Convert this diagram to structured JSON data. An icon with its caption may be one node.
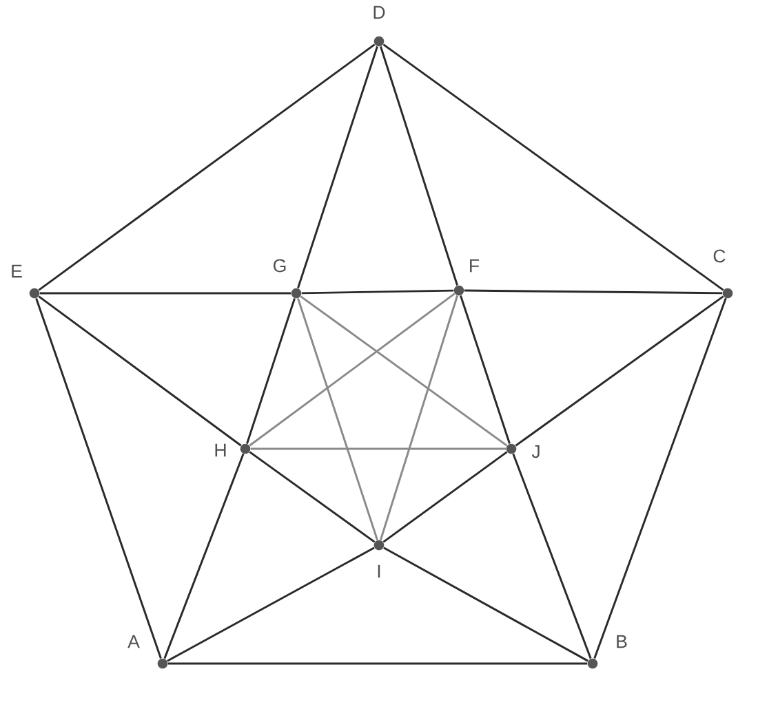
{
  "diagram": {
    "nodes": [
      {
        "text": [
          "D"
        ]
      },
      {
        "text": [
          "E"
        ]
      },
      {
        "text": [
          "G"
        ]
      },
      {
        "text": [
          "F"
        ]
      },
      {
        "text": [
          "C"
        ]
      },
      {
        "text": [
          "H"
        ]
      },
      {
        "text": [
          "J"
        ]
      },
      {
        "text": [
          "I"
        ]
      },
      {
        "text": [
          "A"
        ]
      },
      {
        "text": [
          "B"
        ]
      }
    ],
    "edges": [
      {
        "from": 0,
        "to": 4,
        "arrow": "none"
      },
      {
        "from": 0,
        "to": 1,
        "arrow": "none"
      },
      {
        "from": 1,
        "to": 8,
        "arrow": "none"
      },
      {
        "from": 4,
        "to": 9,
        "arrow": "none"
      },
      {
        "from": 8,
        "to": 9,
        "arrow": "none"
      },
      {
        "from": 0,
        "to": 2,
        "arrow": "none"
      },
      {
        "from": 2,
        "to": 5,
        "arrow": "none"
      },
      {
        "from": 5,
        "to": 8,
        "arrow": "none"
      },
      {
        "from": 0,
        "to": 3,
        "arrow": "none"
      },
      {
        "from": 3,
        "to": 6,
        "arrow": "none"
      },
      {
        "from": 6,
        "to": 9,
        "arrow": "none"
      },
      {
        "from": 1,
        "to": 2,
        "arrow": "none"
      },
      {
        "from": 2,
        "to": 3,
        "arrow": "none"
      },
      {
        "from": 3,
        "to": 4,
        "arrow": "none"
      },
      {
        "from": 1,
        "to": 5,
        "arrow": "none"
      },
      {
        "from": 5,
        "to": 7,
        "arrow": "none"
      },
      {
        "from": 7,
        "to": 9,
        "arrow": "none"
      },
      {
        "from": 4,
        "to": 6,
        "arrow": "none"
      },
      {
        "from": 6,
        "to": 7,
        "arrow": "none"
      },
      {
        "from": 7,
        "to": 8,
        "arrow": "none"
      },
      {
        "from": 2,
        "to": 6,
        "arrow": "none",
        "color": "#8a8a8a"
      },
      {
        "from": 2,
        "to": 7,
        "arrow": "none",
        "color": "#8a8a8a"
      },
      {
        "from": 3,
        "to": 5,
        "arrow": "none",
        "color": "#8a8a8a"
      },
      {
        "from": 3,
        "to": 7,
        "arrow": "none",
        "color": "#8a8a8a"
      },
      {
        "from": 5,
        "to": 6,
        "arrow": "none",
        "color": "#8a8a8a"
      }
    ]
  }
}
